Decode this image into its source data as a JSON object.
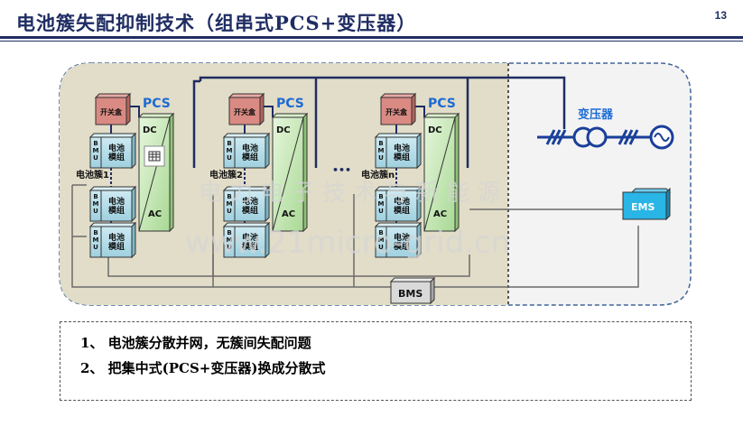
{
  "page": {
    "title": "电池簇失配抑制技术（组串式PCS+变压器）",
    "page_number": "13"
  },
  "diagram": {
    "pcs_label": "PCS",
    "dc_label": "DC",
    "ac_label": "AC",
    "switch_box_label": "开关盒",
    "bmu_label": "B\nM\nU",
    "module_label": "电池\n模组",
    "cluster_labels": [
      "电池簇1",
      "电池簇2",
      "电池簇n"
    ],
    "ellipsis": "•••",
    "transformer_label": "变压器",
    "ems_label": "EMS",
    "bms_label": "BMS",
    "watermark_line1": "电 力 电 子 技 术 与 新 能 源",
    "watermark_line2": "www.21micro-grid.cn"
  },
  "notes": [
    "1、 电池簇分散并网，无簇间失配问题",
    "2、 把集中式(PCS+变压器)换成分散式"
  ],
  "colors": {
    "title": "#1f2d63",
    "pcs_text": "#1d6bd4",
    "transformer": "#1a3f9a",
    "switch_box": "#d98a83",
    "module": "#b7dde8",
    "pcs_body": "#c4e7b2",
    "cluster_bg": "#e2ddc8",
    "ems": "#29b5e6",
    "bms": "#d9d9d9"
  }
}
